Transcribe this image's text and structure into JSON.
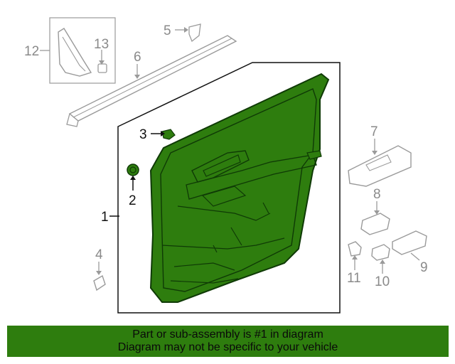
{
  "callouts": {
    "c1": "1",
    "c2": "2",
    "c3": "3",
    "c4": "4",
    "c5": "5",
    "c6": "6",
    "c7": "7",
    "c8": "8",
    "c9": "9",
    "c10": "10",
    "c11": "11",
    "c12": "12",
    "c13": "13"
  },
  "banner": {
    "line1": "Part or sub-assembly is #1 in diagram",
    "line2": "Diagram may not be specific to your vehicle"
  },
  "colors": {
    "highlight_fill": "#2e7d0e",
    "highlight_stroke": "#0f3a06",
    "grey_part": "#9a9a9a",
    "banner_bg": "#2e7d0e"
  }
}
